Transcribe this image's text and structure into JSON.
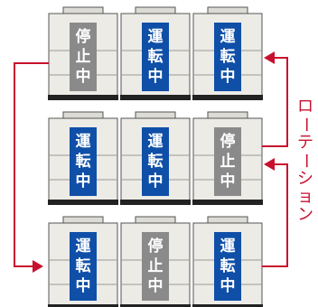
{
  "rotation_label": "ローテーション",
  "colors": {
    "running": "#0f4fa8",
    "stopped": "#8a8a8a",
    "arrow": "#c8102e",
    "unit_body": "#ecebe6",
    "unit_top": "#dcdbd5",
    "unit_outline": "#555555",
    "base": "#222222"
  },
  "rows": [
    {
      "units": [
        {
          "status": "stopped",
          "chars": [
            "停",
            "止",
            "中"
          ]
        },
        {
          "status": "running",
          "chars": [
            "運",
            "転",
            "中"
          ]
        },
        {
          "status": "running",
          "chars": [
            "運",
            "転",
            "中"
          ]
        }
      ]
    },
    {
      "units": [
        {
          "status": "running",
          "chars": [
            "運",
            "転",
            "中"
          ]
        },
        {
          "status": "running",
          "chars": [
            "運",
            "転",
            "中"
          ]
        },
        {
          "status": "stopped",
          "chars": [
            "停",
            "止",
            "中"
          ]
        }
      ]
    },
    {
      "units": [
        {
          "status": "running",
          "chars": [
            "運",
            "転",
            "中"
          ]
        },
        {
          "status": "stopped",
          "chars": [
            "停",
            "止",
            "中"
          ]
        },
        {
          "status": "running",
          "chars": [
            "運",
            "転",
            "中"
          ]
        }
      ]
    }
  ],
  "arrow_icons": [
    "arrow-right-icon",
    "arrow-left-icon",
    "arrow-left-icon"
  ]
}
